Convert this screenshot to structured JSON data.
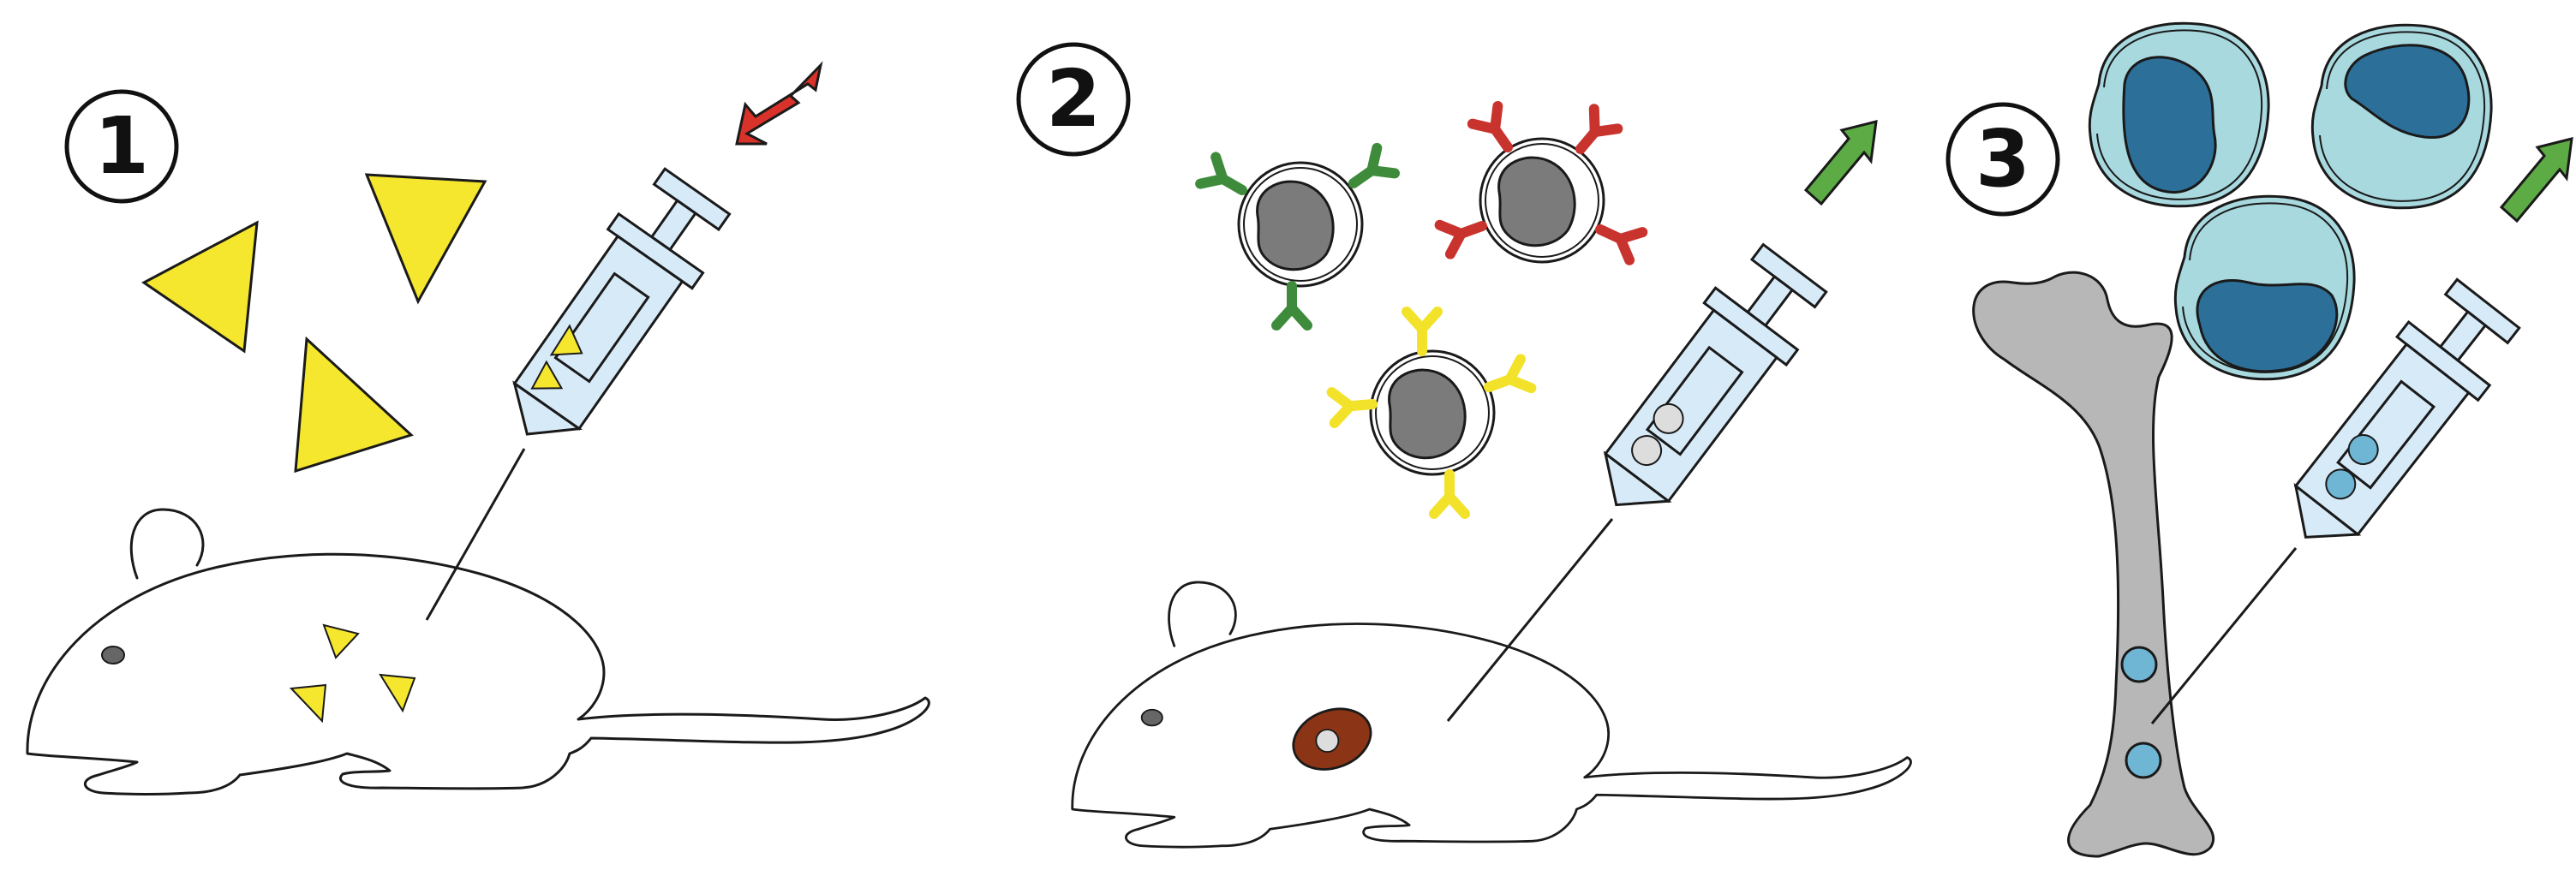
{
  "panels": [
    {
      "label": "1",
      "arrow": "down"
    },
    {
      "label": "2",
      "arrow": "up"
    },
    {
      "label": "3",
      "arrow": "up"
    }
  ],
  "colors": {
    "antigen": "#f5e62e",
    "syringe": "#d7eaf8",
    "arrow_in": "#d8322a",
    "arrow_out": "#5cab45",
    "receptor_green": "#3f8b3c",
    "receptor_red": "#c9332d",
    "receptor_yellow": "#f3e22a",
    "nucleus": "#7b7b7b",
    "tumor": "#8b3516",
    "stem_cell": "#a8d9df",
    "stem_nucleus": "#2c6f98",
    "bone": "#b7b7b7"
  },
  "icons": [
    "antigen-triangle-icon",
    "syringe-icon",
    "mouse-icon",
    "t-cell-icon",
    "bone-icon",
    "stem-cell-icon"
  ]
}
